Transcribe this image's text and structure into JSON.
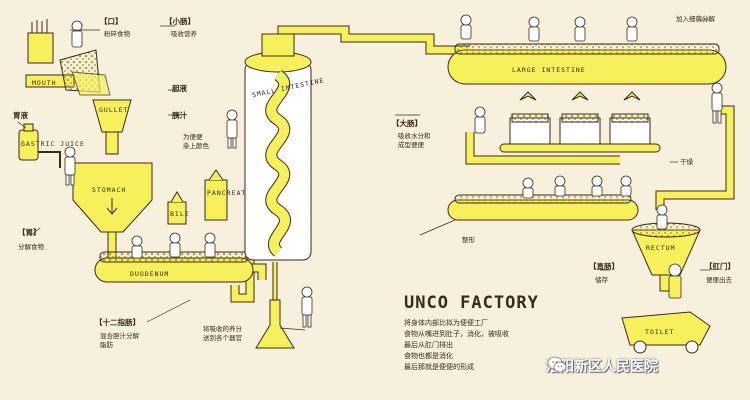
{
  "title": "UNCO FACTORY",
  "description_lines": [
    "将身体内部比拟为便便工厂",
    "食物从嘴进到肚子，消化，被吸收",
    "最后从肛门排出",
    "食物也都是消化",
    "最后那就是便便的形成"
  ],
  "labels": {
    "mouth": {
      "name": "【口】",
      "desc": "粉碎食物"
    },
    "small_intestine": {
      "name": "【小肠】",
      "desc": "吸收营养"
    },
    "gastric_juice": {
      "name": "胃液"
    },
    "bile": {
      "name": "胆液"
    },
    "pancreatic": {
      "name": "胰汁",
      "desc": [
        "为便便",
        "染上颜色"
      ]
    },
    "stomach": {
      "name": "【胃】",
      "desc": "分解食物"
    },
    "duodenum": {
      "name": "【十二指肠】",
      "desc": [
        "混合胆汁分解",
        "脂肪"
      ]
    },
    "nutrients": {
      "desc": [
        "将吸收的养分",
        "送到各个器官"
      ]
    },
    "large_intestine": {
      "name": "【大肠】",
      "desc": [
        "吸收水分和",
        "成型便便"
      ]
    },
    "add_bacteria": {
      "desc": "加入细菌分解"
    },
    "dry": {
      "desc": "干燥"
    },
    "form": {
      "desc": "整形"
    },
    "rectum": {
      "name": "【直肠】",
      "desc": "储存"
    },
    "anus": {
      "name": "【肛门】",
      "desc": "便便出去"
    }
  },
  "diagram_text": {
    "mouth": "MOUTH",
    "gullet": "GULLET",
    "gastric_juice": "GASTRIC JUICE",
    "stomach": "STOMACH",
    "bile": "BILE",
    "pancreatic_juice": "PANCREATIC JUICE",
    "duodenum": "DUODENUM",
    "small_intestine": "SMALL INTESTINE",
    "large_intestine": "LARGE INTESTINE",
    "rectum": "RECTUM",
    "toilet": "TOILET"
  },
  "watermark": {
    "text": "洛阳新区人民医院",
    "icon": "wechat-icon"
  },
  "colors": {
    "background": "#f7f0dc",
    "yellow": "#f6f05a",
    "outline": "#3a2a1a"
  }
}
